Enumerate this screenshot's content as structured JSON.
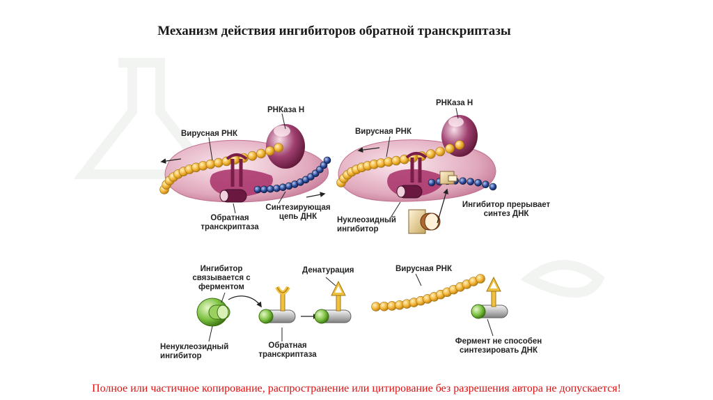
{
  "title": "Механизм действия ингибиторов обратной транскриптазы",
  "labels": {
    "rnase_h_1": "РНКаза Н",
    "viral_rna_1": "Вирусная РНК",
    "rt_1_line1": "Обратная",
    "rt_1_line2": "транскриптаза",
    "dna_chain_line1": "Синтезирующая",
    "dna_chain_line2": "цепь ДНК",
    "rnase_h_2": "РНКаза Н",
    "viral_rna_2": "Вирусная РНК",
    "nuc_inh_line1": "Нуклеозидный",
    "nuc_inh_line2": "ингибитор",
    "inh_stops_line1": "Ингибитор прерывает",
    "inh_stops_line2": "синтез ДНК",
    "binds_line1": "Ингибитор",
    "binds_line2": "связывается с",
    "binds_line3": "ферментом",
    "denaturation": "Денатурация",
    "viral_rna_3": "Вирусная РНК",
    "nonnuc_line1": "Ненуклеозидный",
    "nonnuc_line2": "ингибитор",
    "rt_2_line1": "Обратная",
    "rt_2_line2": "транскриптаза",
    "cannot_line1": "Фермент не способен",
    "cannot_line2": "синтезировать ДНК"
  },
  "notice": "Полное или частичное копирование, распространение или цитирование без разрешения автора не допускается!",
  "colors": {
    "rna_bead": "#f0b030",
    "dna_bead": "#2a4a9a",
    "enzyme_body": "#e8b8c8",
    "enzyme_dark": "#9a2a60",
    "enzyme_green": "#7ac040",
    "notice_red": "#e01010",
    "inhibitor_tan": "#e0c890"
  }
}
